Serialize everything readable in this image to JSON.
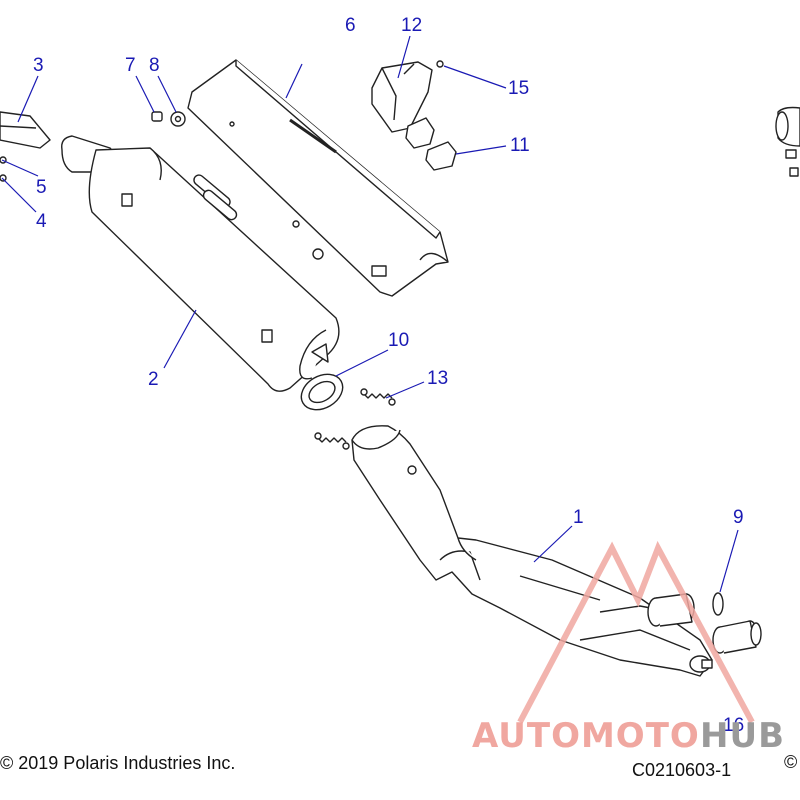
{
  "callouts": {
    "c1": "1",
    "c2": "2",
    "c3": "3",
    "c4": "4",
    "c5": "5",
    "c6": "6",
    "c7": "7",
    "c8": "8",
    "c9": "9",
    "c10": "10",
    "c11": "11",
    "c12": "12",
    "c13": "13",
    "c15": "15",
    "c16": "16"
  },
  "footer": {
    "copyright": "© 2019 Polaris Industries Inc.",
    "diagram_code": "C0210603-1",
    "edge_mark": "©"
  },
  "watermark": {
    "part1": "AUTOMOTO",
    "part2": "HUB",
    "color_primary": "#f0a7a0",
    "color_secondary": "#9a9a9a"
  },
  "colors": {
    "callout": "#1a1ab4",
    "line": "#222222"
  }
}
